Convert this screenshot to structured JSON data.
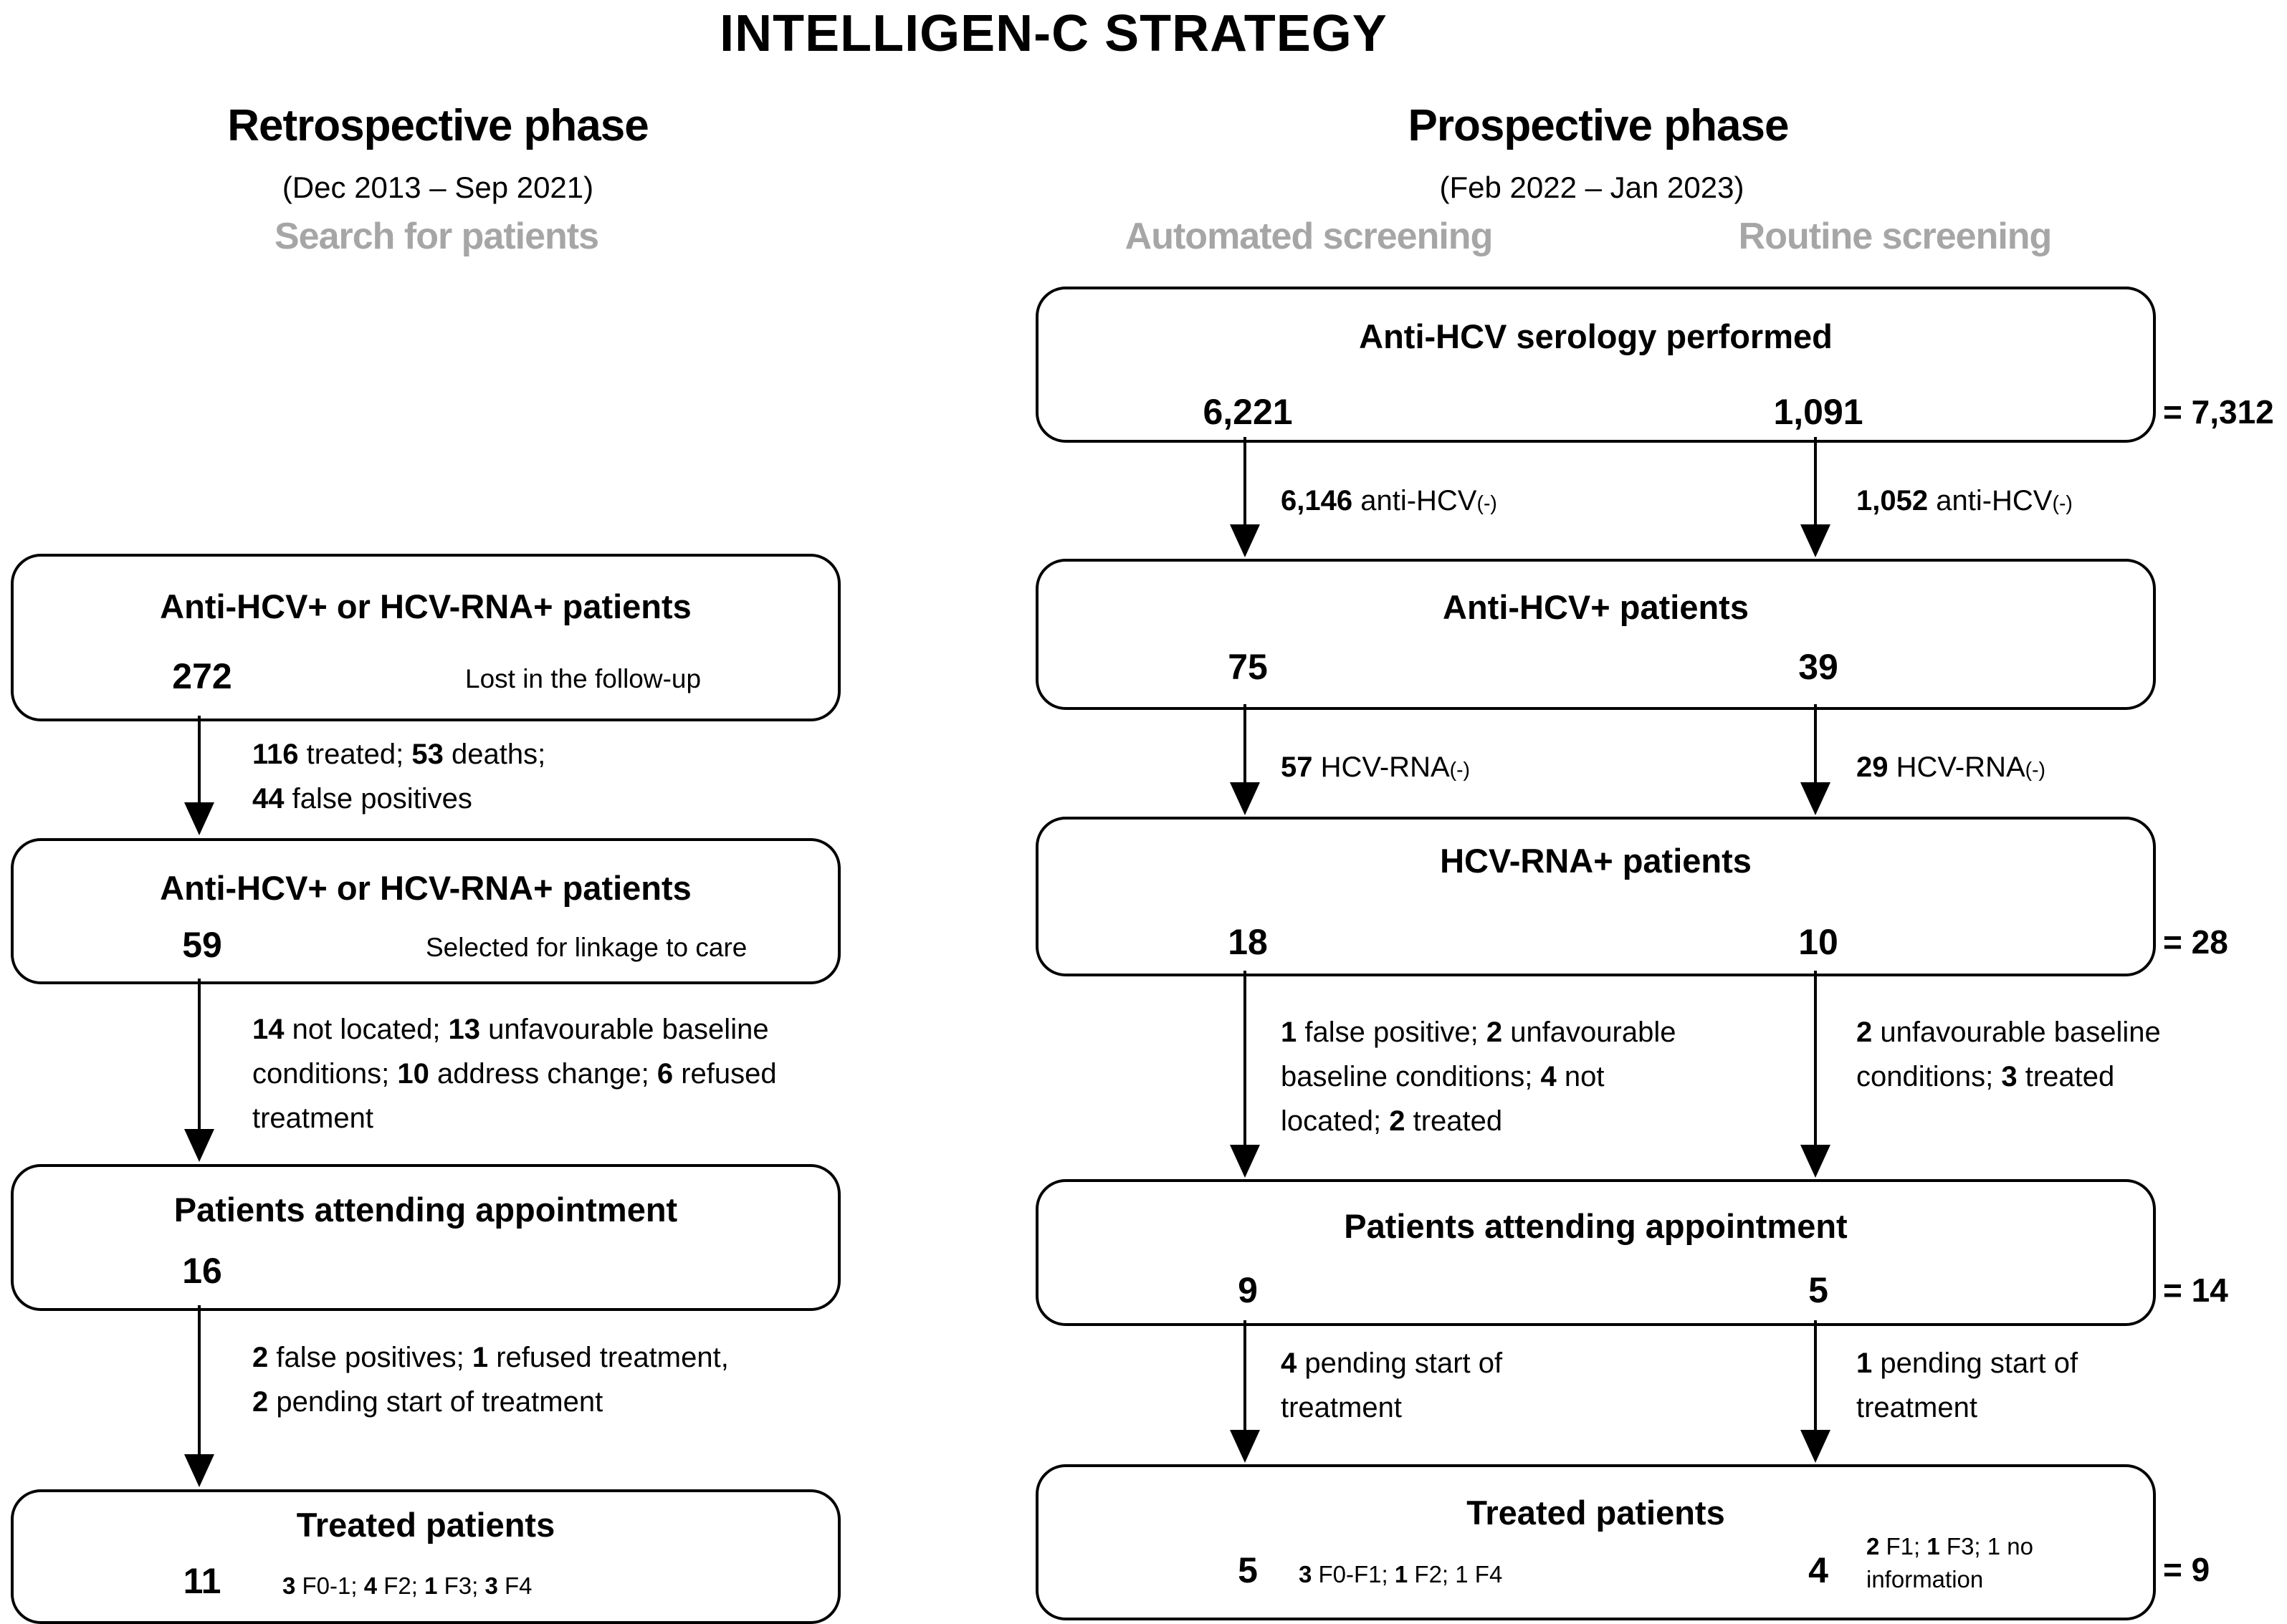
{
  "title": "INTELLIGEN-C STRATEGY",
  "colors": {
    "text": "#000000",
    "muted_gray": "#a6a6a6",
    "background": "#ffffff",
    "box_border": "#000000"
  },
  "retrospective": {
    "heading": "Retrospective phase",
    "period": "(Dec 2013 – Sep 2021)",
    "mode_label": "Search for patients",
    "boxes": [
      {
        "title": "Anti-HCV+ or HCV-RNA+ patients",
        "value": "272",
        "note": "Lost in the follow-up"
      },
      {
        "title": "Anti-HCV+ or HCV-RNA+ patients",
        "value": "59",
        "note": "Selected for linkage to care"
      },
      {
        "title": "Patients attending appointment",
        "value": "16"
      },
      {
        "title": "Treated patients",
        "value": "11",
        "detail": [
          [
            [
              "b",
              "3"
            ],
            [
              "r",
              " F0-1; "
            ],
            [
              "b",
              "4"
            ],
            [
              "r",
              " F2; "
            ],
            [
              "b",
              "1"
            ],
            [
              "r",
              " F3; "
            ],
            [
              "b",
              "3"
            ],
            [
              "r",
              " F4"
            ]
          ]
        ]
      }
    ],
    "arrow_labels": [
      [
        [
          [
            "b",
            "116"
          ],
          [
            "r",
            " treated; "
          ],
          [
            "b",
            "53"
          ],
          [
            "r",
            " deaths;"
          ]
        ],
        [
          [
            "b",
            "44"
          ],
          [
            "r",
            " false positives"
          ]
        ]
      ],
      [
        [
          [
            "b",
            "14"
          ],
          [
            "r",
            " not located; "
          ],
          [
            "b",
            "13"
          ],
          [
            "r",
            " unfavourable baseline"
          ]
        ],
        [
          [
            "r",
            "conditions; "
          ],
          [
            "b",
            "10"
          ],
          [
            "r",
            " address change; "
          ],
          [
            "b",
            "6"
          ],
          [
            "r",
            " refused"
          ]
        ],
        [
          [
            "r",
            "treatment"
          ]
        ]
      ],
      [
        [
          [
            "b",
            "2"
          ],
          [
            "r",
            " false positives; "
          ],
          [
            "b",
            "1"
          ],
          [
            "r",
            " refused treatment,"
          ]
        ],
        [
          [
            "b",
            "2"
          ],
          [
            "r",
            " pending start of treatment"
          ]
        ]
      ]
    ]
  },
  "prospective": {
    "heading": "Prospective phase",
    "period": "(Feb 2022 – Jan 2023)",
    "column_labels": [
      "Automated screening",
      "Routine screening"
    ],
    "boxes": [
      {
        "title": "Anti-HCV serology performed",
        "left_value": "6,221",
        "right_value": "1,091",
        "total": "= 7,312"
      },
      {
        "title": "Anti-HCV+ patients",
        "left_value": "75",
        "right_value": "39"
      },
      {
        "title": "HCV-RNA+ patients",
        "left_value": "18",
        "right_value": "10",
        "total": "= 28"
      },
      {
        "title": "Patients attending appointment",
        "left_value": "9",
        "right_value": "5",
        "total": "= 14"
      },
      {
        "title": "Treated patients",
        "left_value": "5",
        "right_value": "4",
        "total": "= 9",
        "left_detail": [
          [
            [
              "b",
              "3"
            ],
            [
              "r",
              " F0-F1; "
            ],
            [
              "b",
              "1"
            ],
            [
              "r",
              " F2; 1 F4"
            ]
          ]
        ],
        "right_detail": [
          [
            [
              "b",
              "2"
            ],
            [
              "r",
              " F1; "
            ],
            [
              "b",
              "1"
            ],
            [
              "r",
              " F3; 1 no"
            ]
          ],
          [
            [
              "r",
              "information"
            ]
          ]
        ]
      }
    ],
    "arrow_labels": [
      {
        "left": [
          [
            [
              "b",
              "6,146"
            ],
            [
              "r",
              " anti-HCV"
            ],
            [
              "s",
              "(-)"
            ]
          ]
        ],
        "right": [
          [
            [
              "b",
              "1,052"
            ],
            [
              "r",
              " anti-HCV"
            ],
            [
              "s",
              "(-)"
            ]
          ]
        ]
      },
      {
        "left": [
          [
            [
              "b",
              "57"
            ],
            [
              "r",
              " HCV-RNA"
            ],
            [
              "s",
              "(-)"
            ]
          ]
        ],
        "right": [
          [
            [
              "b",
              "29"
            ],
            [
              "r",
              " HCV-RNA"
            ],
            [
              "s",
              "(-)"
            ]
          ]
        ]
      },
      {
        "left": [
          [
            [
              "b",
              "1"
            ],
            [
              "r",
              " false positive; "
            ],
            [
              "b",
              "2"
            ],
            [
              "r",
              " unfavourable"
            ]
          ],
          [
            [
              "r",
              "baseline conditions; "
            ],
            [
              "b",
              "4"
            ],
            [
              "r",
              " not"
            ]
          ],
          [
            [
              "r",
              "located; "
            ],
            [
              "b",
              "2"
            ],
            [
              "r",
              " treated"
            ]
          ]
        ],
        "right": [
          [
            [
              "b",
              "2"
            ],
            [
              "r",
              " unfavourable baseline"
            ]
          ],
          [
            [
              "r",
              "conditions; "
            ],
            [
              "b",
              "3"
            ],
            [
              "r",
              " treated"
            ]
          ]
        ]
      },
      {
        "left": [
          [
            [
              "b",
              "4"
            ],
            [
              "r",
              " pending start of"
            ]
          ],
          [
            [
              "r",
              "treatment"
            ]
          ]
        ],
        "right": [
          [
            [
              "b",
              "1"
            ],
            [
              "r",
              " pending start of"
            ]
          ],
          [
            [
              "r",
              "treatment"
            ]
          ]
        ]
      }
    ]
  }
}
